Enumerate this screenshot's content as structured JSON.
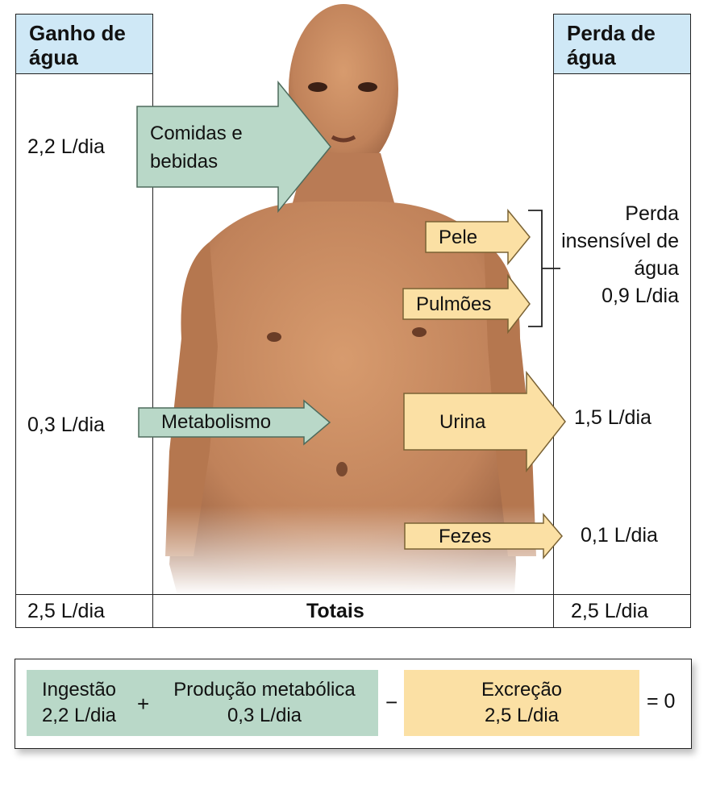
{
  "gain_header": "Ganho de água",
  "loss_header": "Perda de água",
  "gain": {
    "food_value": "2,2 L/dia",
    "metabolism_value": "0,3 L/dia",
    "total": "2,5 L/dia"
  },
  "arrows": {
    "food": "Comidas e bebidas",
    "metabolism": "Metabolismo",
    "skin": "Pele",
    "lungs": "Pulmões",
    "urine": "Urina",
    "feces": "Fezes"
  },
  "loss": {
    "insensible_label": "Perda insensível de água",
    "insensible_value": "0,9 L/dia",
    "urine_value": "1,5 L/dia",
    "feces_value": "0,1 L/dia",
    "total": "2,5 L/dia"
  },
  "totals_label": "Totais",
  "equation": {
    "intake_label": "Ingestão",
    "intake_value": "2,2 L/dia",
    "plus": "+",
    "metabolic_label": "Produção metabólica",
    "metabolic_value": "0,3 L/dia",
    "minus": "−",
    "excretion_label": "Excreção",
    "excretion_value": "2,5 L/dia",
    "result": "= 0"
  },
  "colors": {
    "header_blue": "#cfe8f6",
    "gain_green": "#b9d8c8",
    "loss_yellow": "#fbe0a4",
    "skin_tone": "#c98a5f"
  }
}
